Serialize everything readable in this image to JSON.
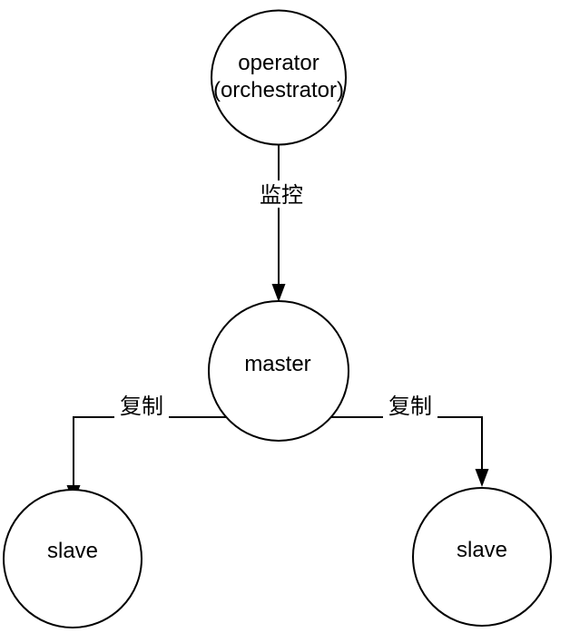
{
  "diagram": {
    "background_color": "#ffffff",
    "stroke_color": "#000000",
    "text_color": "#000000",
    "nodes": {
      "operator": {
        "shape": "circle",
        "label_line1": "operator",
        "label_line2": "(orchestrator)"
      },
      "master": {
        "shape": "circle",
        "label": "master"
      },
      "slave_left": {
        "shape": "circle",
        "label": "slave"
      },
      "slave_right": {
        "shape": "circle",
        "label": "slave"
      }
    },
    "edges": {
      "monitor": {
        "from": "operator",
        "to": "master",
        "label": "监控"
      },
      "replicate_left": {
        "from": "master",
        "to": "slave_left",
        "label": "复制"
      },
      "replicate_right": {
        "from": "master",
        "to": "slave_right",
        "label": "复制"
      }
    }
  }
}
